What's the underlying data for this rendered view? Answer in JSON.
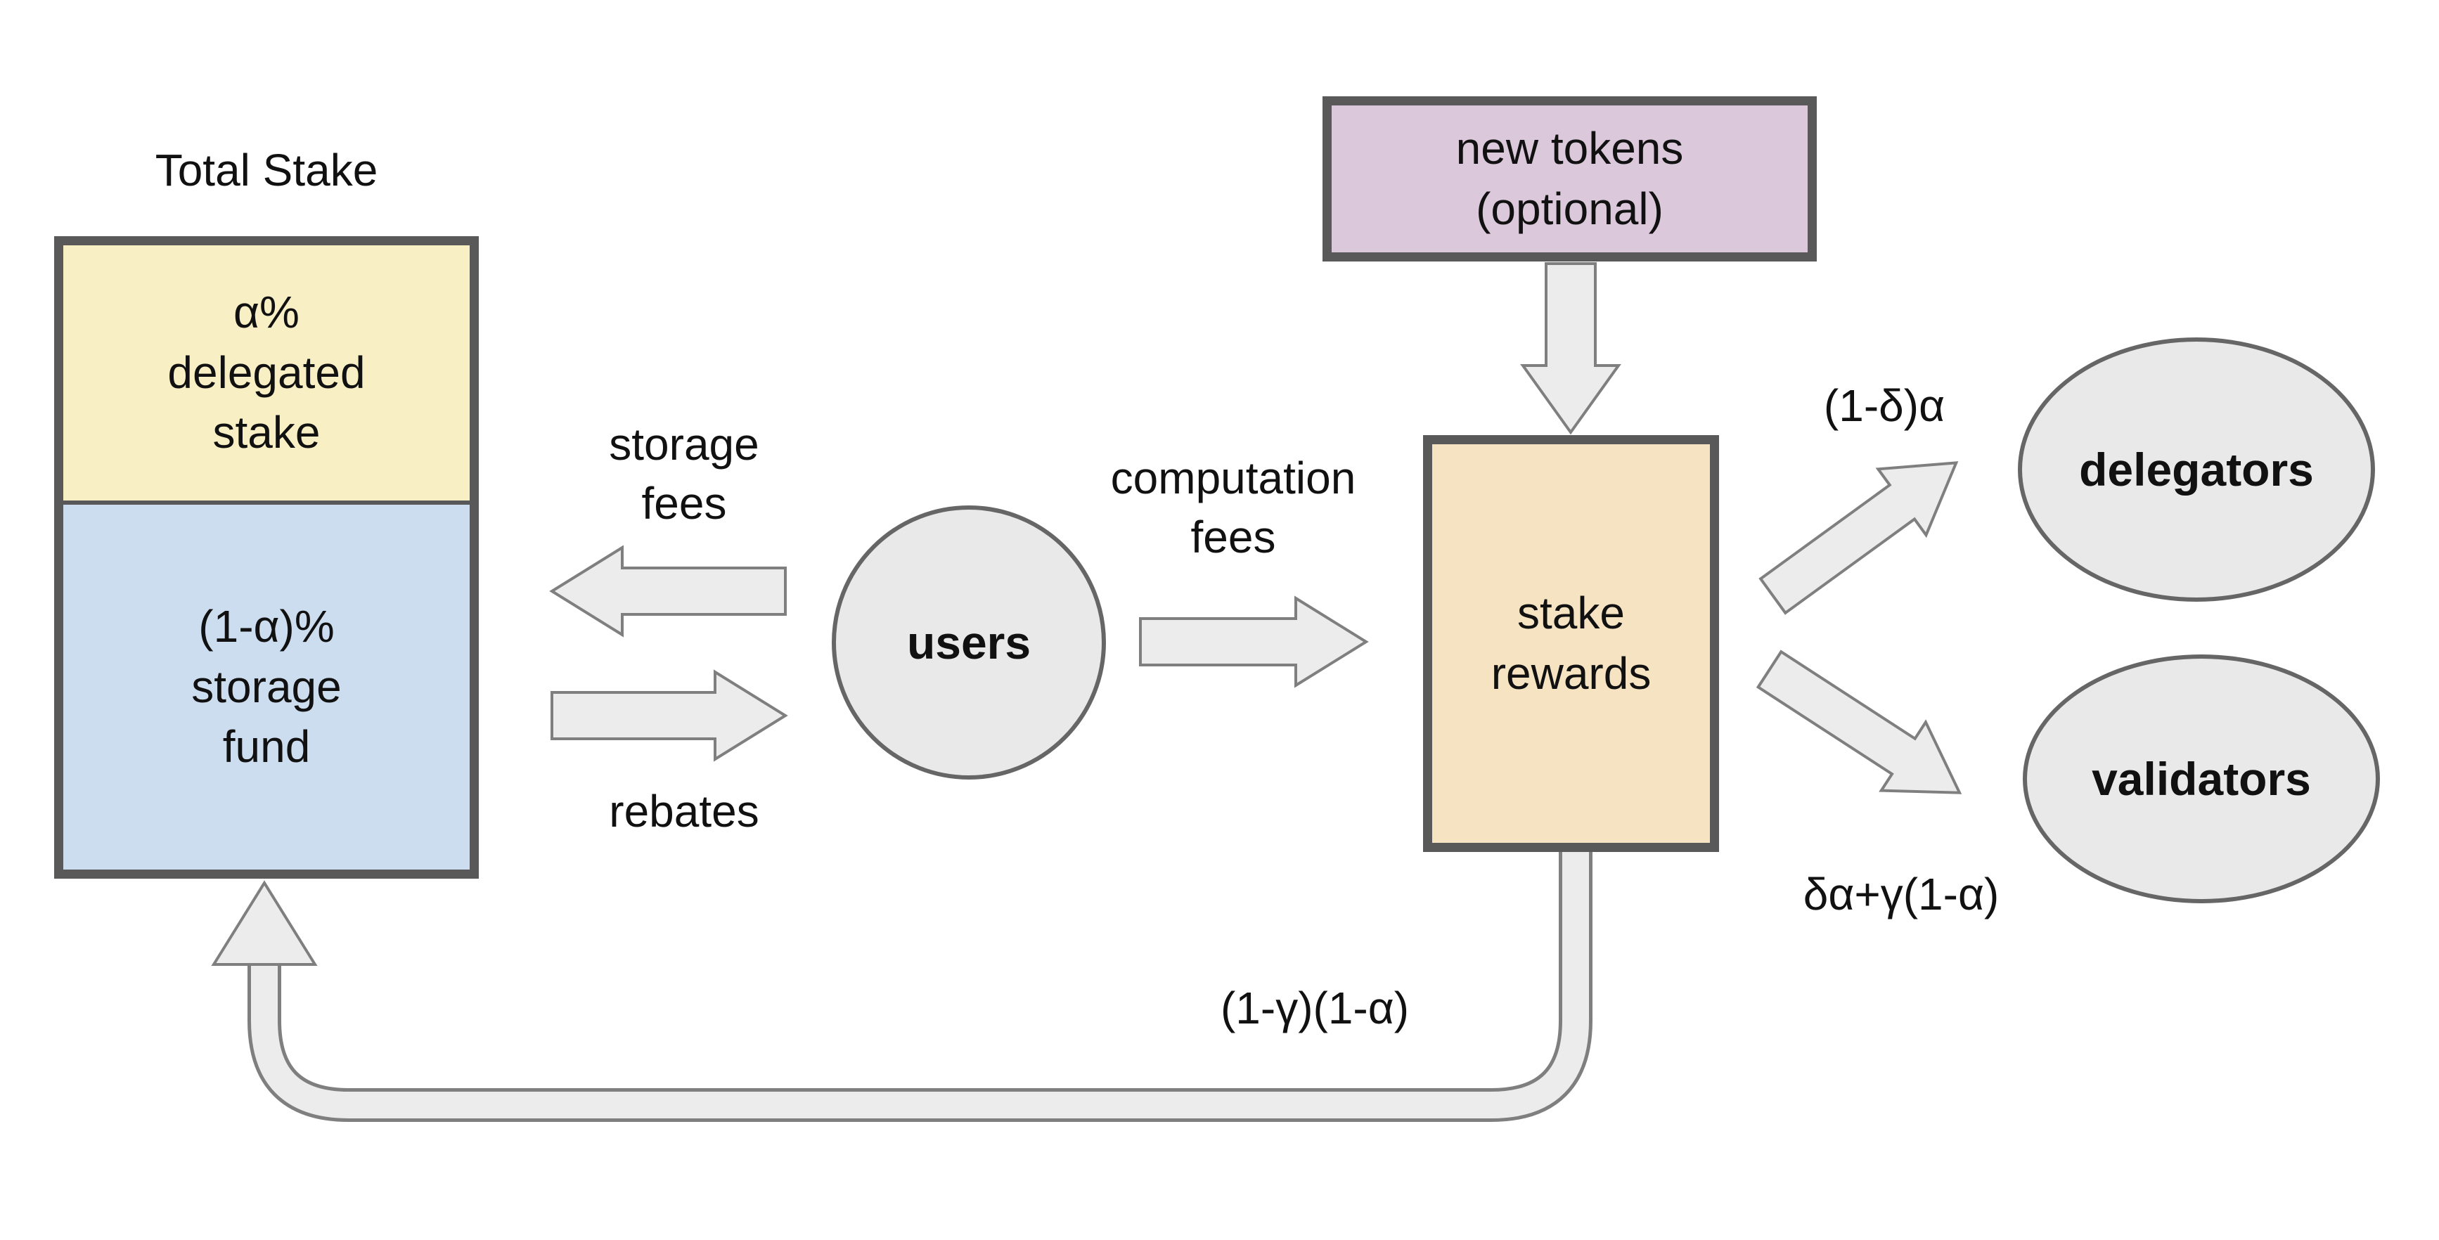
{
  "colors": {
    "delegated_stake_fill": "#f8efc4",
    "storage_fund_fill": "#cdddf0",
    "new_tokens_fill": "#dbc8da",
    "stake_rewards_fill": "#f5e3c2",
    "node_fill": "#e9e9e9",
    "box_border": "#595959",
    "arrow_fill": "#ececec",
    "arrow_stroke": "#7f7f7f"
  },
  "total_stake": {
    "title": "Total Stake",
    "delegated_label": "α%\ndelegated\nstake",
    "storage_label": "(1-α)%\nstorage\nfund"
  },
  "nodes": {
    "users": "users",
    "new_tokens": "new tokens\n(optional)",
    "stake_rewards": "stake\nrewards",
    "delegators": "delegators",
    "validators": "validators"
  },
  "flow_labels": {
    "storage_fees": "storage\nfees",
    "rebates": "rebates",
    "computation_fees": "computation\nfees",
    "to_delegators": "(1-δ)α",
    "to_validators": "δα+γ(1-α)",
    "to_storage_fund": "(1-γ)(1-α)"
  }
}
